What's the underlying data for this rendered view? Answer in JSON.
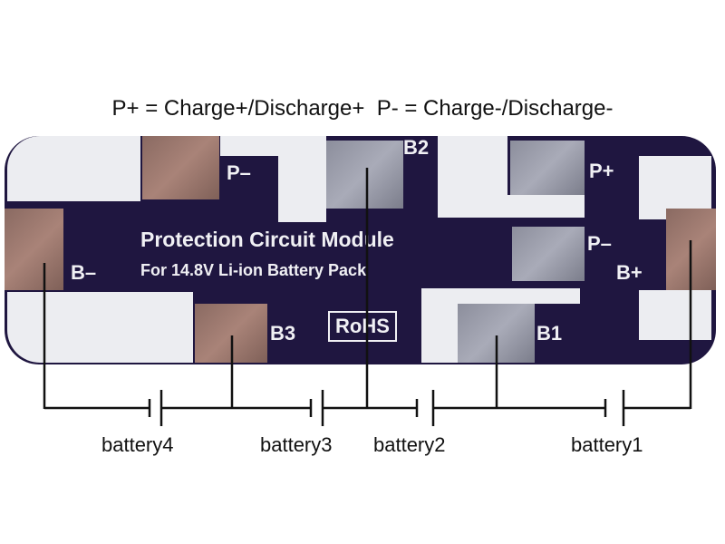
{
  "title": "P+ = Charge+/Discharge+  P- = Charge-/Discharge-",
  "board": {
    "line1": "Protection Circuit Module",
    "line2": "For 14.8V Li-ion Battery Pack",
    "rohs": "RoHS",
    "labels": {
      "p_minus_top": "P–",
      "b2": "B2",
      "p_plus": "P+",
      "p_minus_right": "P–",
      "b_plus": "B+",
      "b_minus": "B–",
      "b3": "B3",
      "b1": "B1"
    }
  },
  "batteries": [
    "battery4",
    "battery3",
    "battery2",
    "battery1"
  ]
}
